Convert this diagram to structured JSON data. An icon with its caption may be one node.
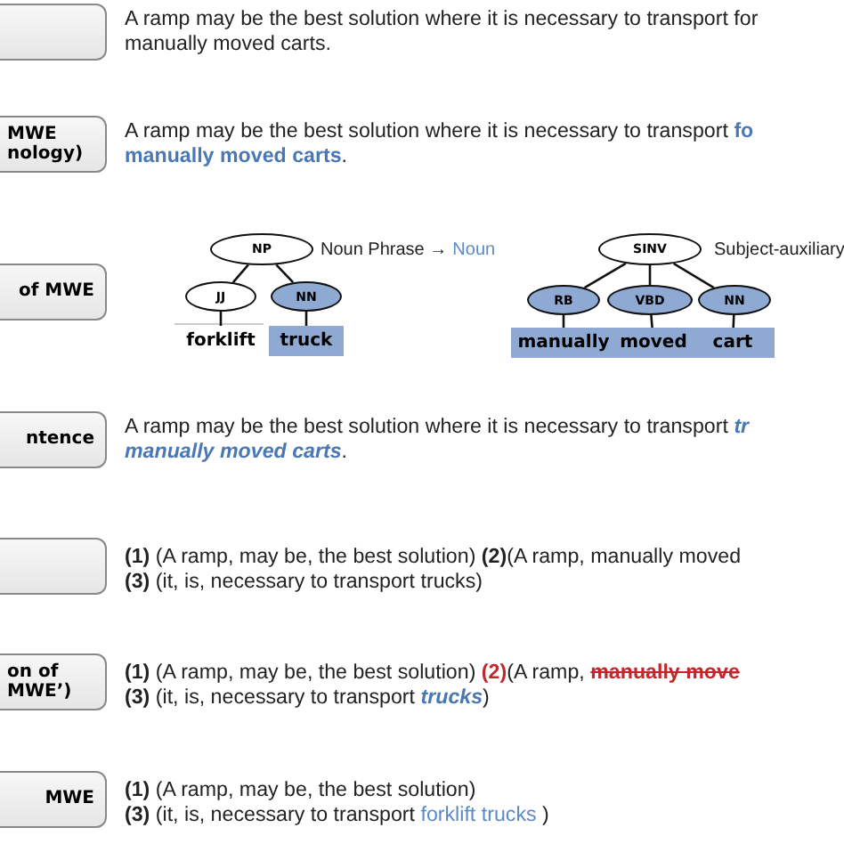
{
  "diagram": {
    "nodes": [
      {
        "text": [],
        "shape": "box",
        "beside": [
          "A ramp may be the best solution where it is necessary to transport for manually moved carts."
        ]
      },
      {
        "text": [
          "MWE nology)"
        ],
        "beside": [
          "A ramp may be the best solution where it is necessary to transport **fo manually moved carts**."
        ]
      },
      {
        "text": [
          "of MWE"
        ]
      },
      {
        "text": [
          "NP"
        ],
        "beside": [
          "Noun Phrase →",
          "Noun"
        ]
      },
      {
        "text": [
          "JJ"
        ]
      },
      {
        "text": [
          "NN"
        ]
      },
      {
        "text": [
          "forklift"
        ]
      },
      {
        "text": [
          "truck"
        ]
      },
      {
        "text": [
          "SINV"
        ],
        "beside": [
          "Subject-auxiliary"
        ]
      },
      {
        "text": [
          "RB"
        ]
      },
      {
        "text": [
          "VBD"
        ]
      },
      {
        "text": [
          "NN"
        ]
      },
      {
        "text": [
          "manually"
        ]
      },
      {
        "text": [
          "moved"
        ]
      },
      {
        "text": [
          "cart"
        ]
      },
      {
        "text": [
          "ntence"
        ],
        "beside": [
          "A ramp may be the best solution where it is necessary to transport **tr manually moved carts**."
        ]
      },
      {
        "text": [],
        "shape": "box",
        "beside": [
          "**(1)** (A ramp, may be, the best solution) **(2)**(A ramp, manually moved",
          "**(3)** (it, is, necessary to transport trucks)"
        ]
      },
      {
        "text": [
          "on of MWE’)"
        ],
        "beside": [
          "**(1)** (A ramp, may be, the best solution) **(2)**(A ramp, **manually move**",
          "**(3)** (it, is, necessary to transport **trucks**)"
        ]
      },
      {
        "text": [
          "MWE"
        ],
        "beside": [
          "**(1)** (A ramp, may be, the best solution)",
          "**(3)** (it, is, necessary to transport *forklift trucks* )"
        ]
      }
    ],
    "edges": [
      {
        "from": 3,
        "to": 4,
        "arrow": "none"
      },
      {
        "from": 3,
        "to": 5,
        "arrow": "none"
      },
      {
        "from": 4,
        "to": 6,
        "arrow": "none"
      },
      {
        "from": 5,
        "to": 7,
        "arrow": "none"
      },
      {
        "from": 8,
        "to": 9,
        "arrow": "none"
      },
      {
        "from": 8,
        "to": 10,
        "arrow": "none"
      },
      {
        "from": 8,
        "to": 11,
        "arrow": "none"
      },
      {
        "from": 9,
        "to": 12,
        "arrow": "none"
      },
      {
        "from": 10,
        "to": 13,
        "arrow": "none"
      },
      {
        "from": 11,
        "to": 14,
        "arrow": "none"
      }
    ]
  }
}
